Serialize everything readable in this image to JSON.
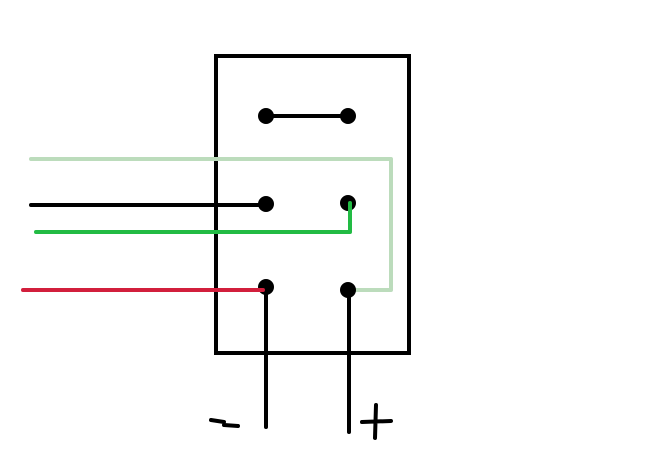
{
  "diagram": {
    "colors": {
      "outline": "#000000",
      "terminal": "#000000",
      "wire_black": "#000000",
      "wire_green": "#22bb44",
      "wire_light_green": "#bcdcbc",
      "wire_red": "#d21f3c",
      "background": "#ffffff"
    },
    "terminals": [
      "top-left",
      "top-right",
      "middle-left",
      "middle-right",
      "bottom-left",
      "bottom-right"
    ],
    "polarity_symbols": [
      "minus-sign",
      "plus-sign"
    ]
  }
}
